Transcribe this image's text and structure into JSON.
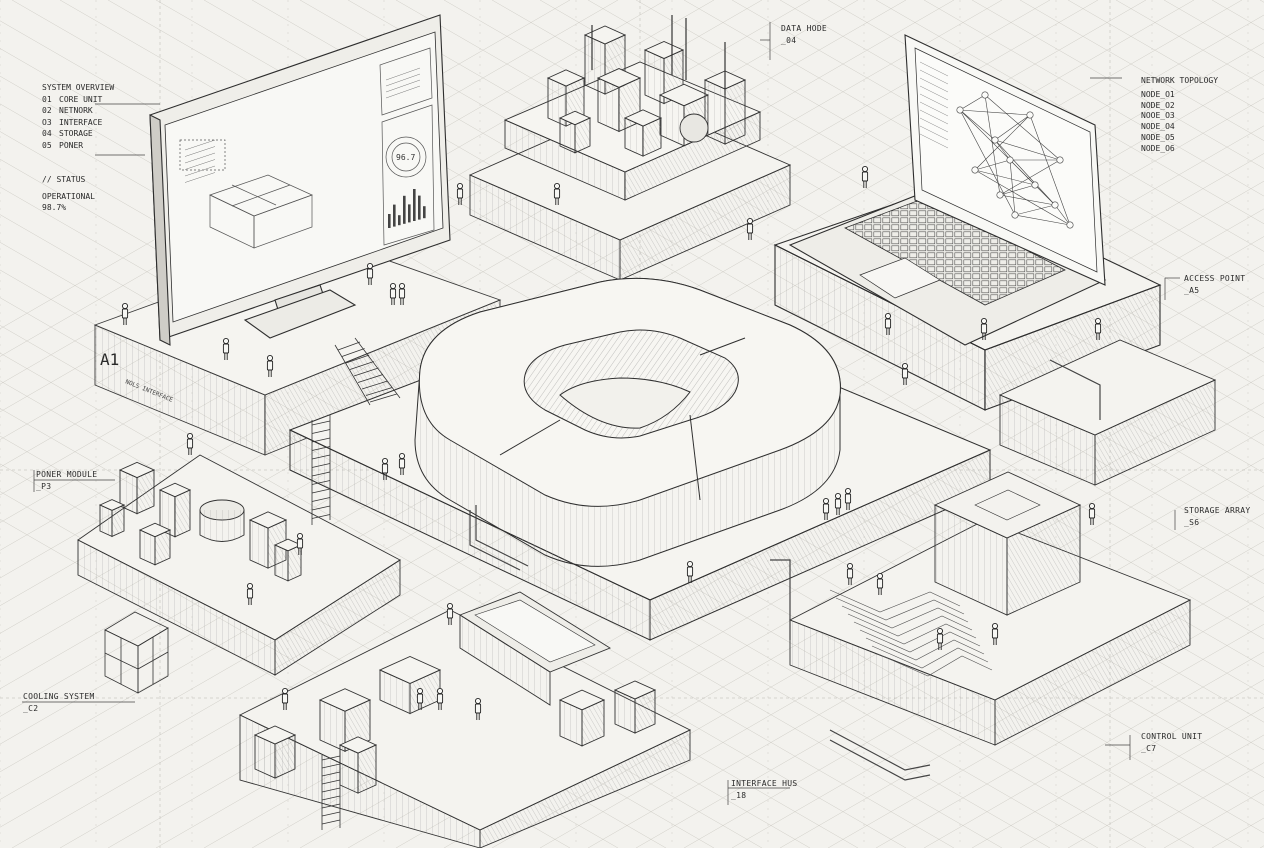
{
  "diagram": {
    "system_overview": {
      "title": "SYSTEM OVERVIEW",
      "items": [
        {
          "num": "01",
          "label": "CORE UNIT"
        },
        {
          "num": "02",
          "label": "NETNORK"
        },
        {
          "num": "O3",
          "label": "INTERFACE"
        },
        {
          "num": "04",
          "label": "STORAGE"
        },
        {
          "num": "05",
          "label": "PONER"
        }
      ]
    },
    "status": {
      "header": "// STATUS",
      "label": "OPERATIONAL",
      "value": "98.7%"
    },
    "network_topology": {
      "title": "NETWORK TOPOLOGY",
      "nodes": [
        "NODE_O1",
        "NODE_O2",
        "NOOE_O3",
        "NODE_O4",
        "NODE_O5",
        "NODE_O6"
      ]
    },
    "callouts": {
      "data_node": {
        "name": "DATA HODE",
        "code": "_04"
      },
      "access_point": {
        "name": "ACCESS POINT",
        "code": "_A5"
      },
      "power_module": {
        "name": "PONER MODULE",
        "code": "_P3"
      },
      "storage_array": {
        "name": "STORAGE ARRAY",
        "code": "_S6"
      },
      "cooling_system": {
        "name": "COOLING SYSTEM",
        "code": "_C2"
      },
      "control_unit": {
        "name": "CONTROL UNIT",
        "code": "_C7"
      },
      "interface_hub": {
        "name": "INTERFACE HUS",
        "code": "_18"
      }
    },
    "platform_marks": {
      "zone_id": "A1",
      "zone_caption": "NOLS INTERFACE",
      "gauge_readout": "96.7"
    }
  }
}
